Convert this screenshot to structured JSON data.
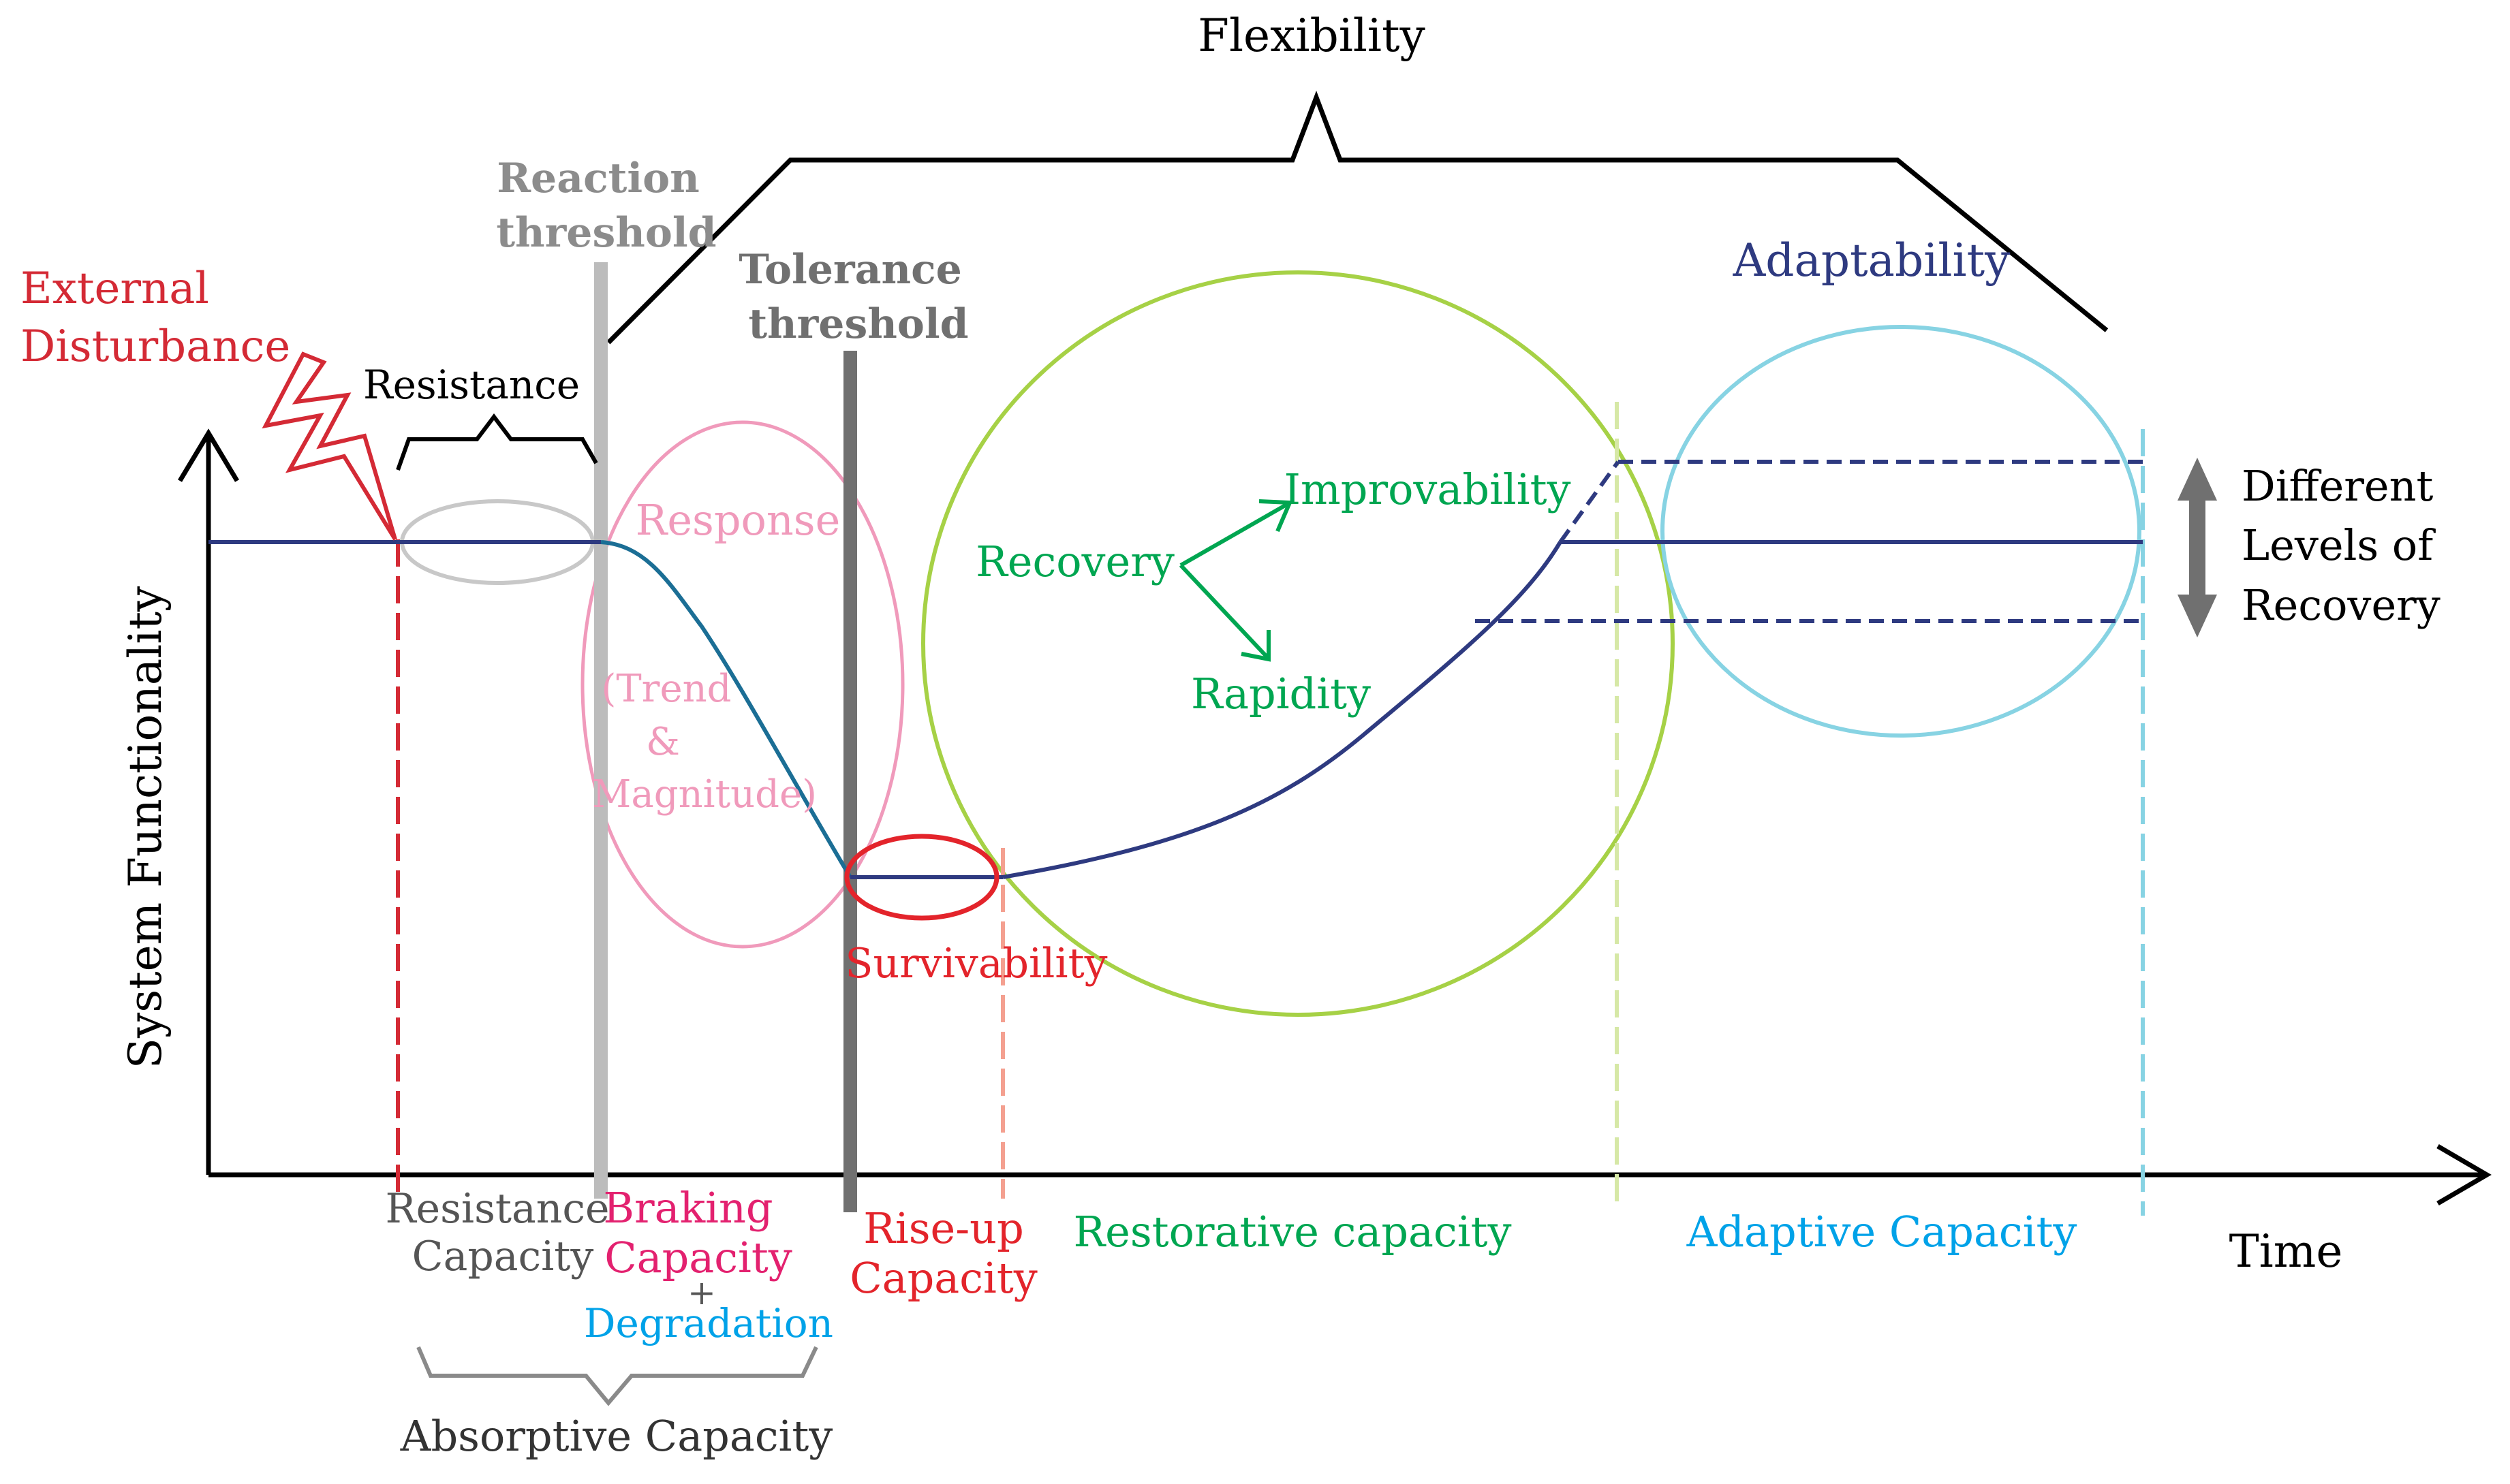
{
  "labels": {
    "flexibility": "Flexibility",
    "reaction_threshold_line1": "Reaction",
    "reaction_threshold_line2": "threshold",
    "tolerance_threshold_line1": "Tolerance",
    "tolerance_threshold_line2": "threshold",
    "external_disturbance_line1": "External",
    "external_disturbance_line2": "Disturbance",
    "resistance": "Resistance",
    "response": "Response",
    "trend_line1": "(Trend",
    "trend_line2": "&",
    "trend_line3": "Magnitude)",
    "survivability": "Survivability",
    "recovery": "Recovery",
    "improvability": "Improvability",
    "rapidity": "Rapidity",
    "adaptability": "Adaptability",
    "different_levels_line1": "Different",
    "different_levels_line2": "Levels of",
    "different_levels_line3": "Recovery",
    "y_axis": "System  Functionality",
    "x_axis": "Time",
    "resistance_capacity_line1": "Resistance",
    "resistance_capacity_line2": "Capacity",
    "braking_capacity_line1": "Braking",
    "braking_capacity_line2": "Capacity",
    "plus": "+",
    "degradation": "Degradation",
    "riseup_capacity_line1": "Rise-up",
    "riseup_capacity_line2": "Capacity",
    "restorative_capacity": "Restorative capacity",
    "adaptive_capacity": "Adaptive Capacity",
    "absorptive_capacity": "Absorptive Capacity"
  },
  "colors": {
    "curve": "#2e3a80",
    "curve_decline": "#1b6e95",
    "disturbance": "#d42a35",
    "reaction_gray": "#bcbcbc",
    "tolerance_gray": "#707070",
    "response_pink": "#f09abb",
    "braking_magenta": "#e3216f",
    "survivability_red": "#e3242b",
    "riseup_salmon": "#f4a090",
    "recovery_green": "#00a651",
    "restorative_circle": "#a6d146",
    "adaptive_blue": "#87d3e3",
    "adaptability_navy": "#2e3a80",
    "degradation_blue": "#00a2e8"
  }
}
